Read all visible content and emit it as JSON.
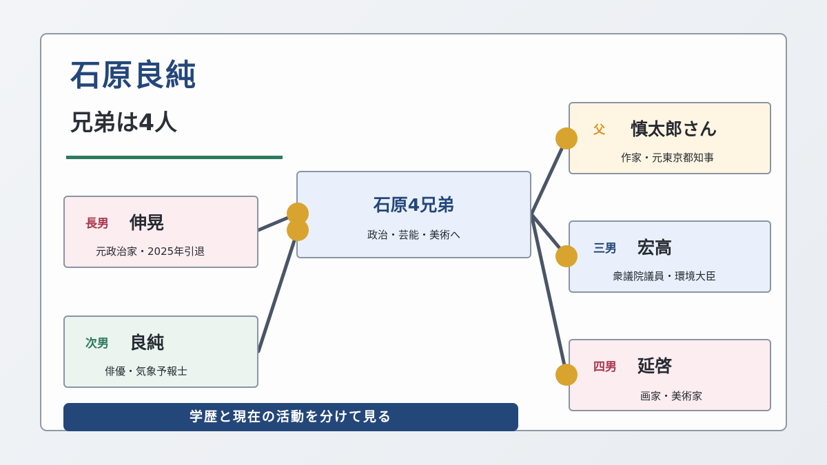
{
  "header": {
    "title": "石原良純",
    "subtitle": "兄弟は4人"
  },
  "center": {
    "title": "石原4兄弟",
    "description": "政治・芸能・美術へ"
  },
  "members": {
    "eldest": {
      "role": "長男",
      "name": "伸晃",
      "description": "元政治家・2025年引退"
    },
    "second": {
      "role": "次男",
      "name": "良純",
      "description": "俳優・気象予報士"
    },
    "father": {
      "role": "父",
      "name": "慎太郎さん",
      "description": "作家・元東京都知事"
    },
    "third": {
      "role": "三男",
      "name": "宏高",
      "description": "衆議院議員・環境大臣"
    },
    "fourth": {
      "role": "四男",
      "name": "延啓",
      "description": "画家・美術家"
    }
  },
  "footer": {
    "banner": "学歴と現在の活動を分けて見る"
  },
  "colors": {
    "accent_navy": "#24477a",
    "accent_green": "#2d7a5e",
    "accent_red": "#a8384f",
    "node_gold": "#d9a32f",
    "connector": "#4a5566"
  }
}
